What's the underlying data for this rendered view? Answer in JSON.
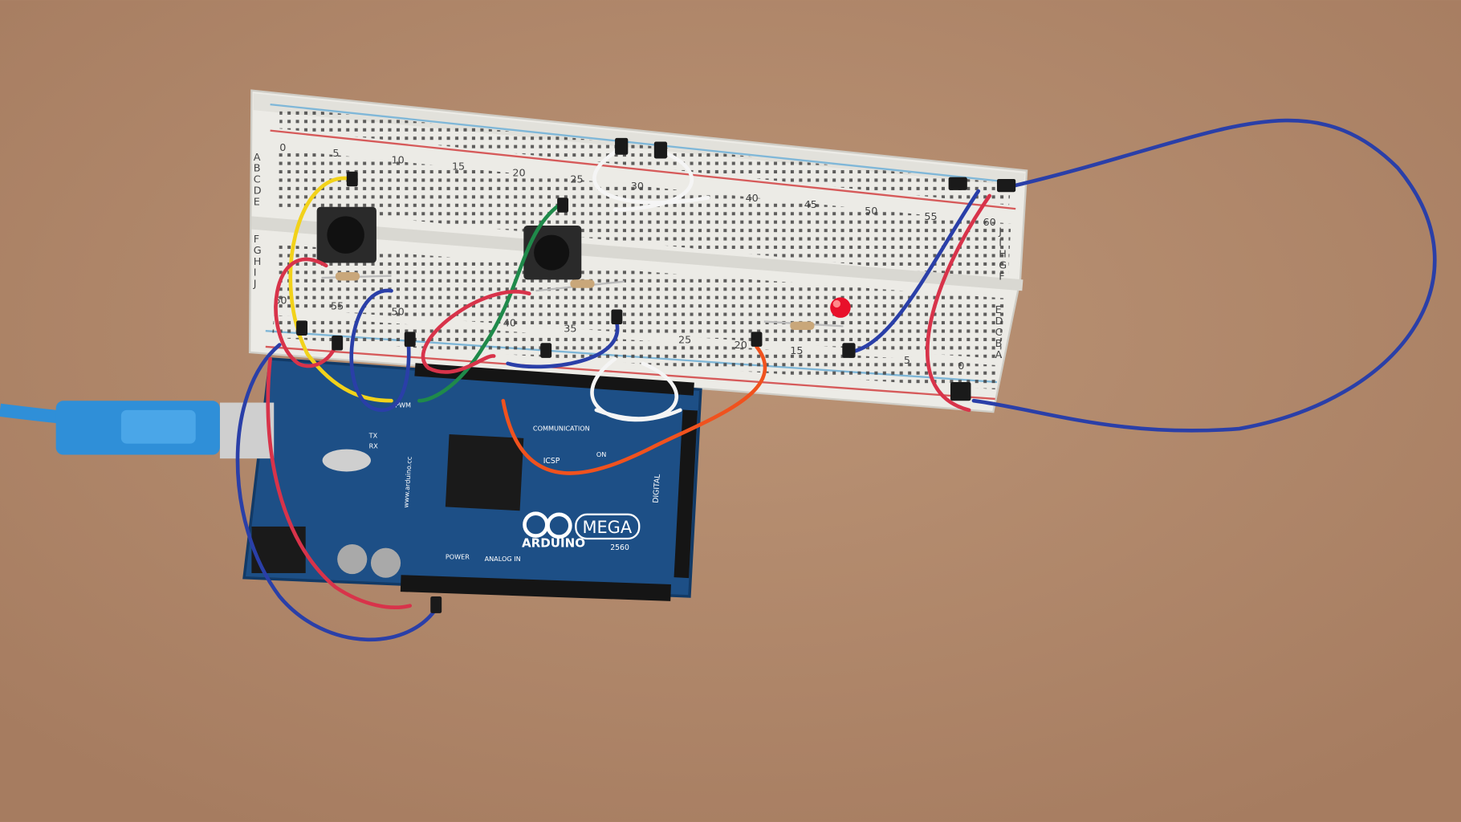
{
  "scene": {
    "description_visible_text": true,
    "colors": {
      "surface": "#b38b6e",
      "breadboard": "#ecebe6",
      "arduino_board": "#1d4f86",
      "usb_cable": "#2f8fd8",
      "wire_blue": "#2a3fa8",
      "wire_red": "#d8334a",
      "wire_yellow": "#f2d21a",
      "wire_green": "#1f8a4a",
      "wire_orange": "#f0521e",
      "wire_white": "#f5f5f5",
      "led": "#e8102a"
    }
  },
  "breadboard": {
    "column_numbers_top": [
      "0",
      "5",
      "10",
      "15",
      "20",
      "25",
      "30",
      "40",
      "45",
      "50",
      "55",
      "60"
    ],
    "column_numbers_bottom": [
      "60",
      "55",
      "50",
      "40",
      "35",
      "25",
      "20",
      "15",
      "5",
      "0"
    ],
    "row_letters_left_top": [
      "A",
      "B",
      "C",
      "D",
      "E"
    ],
    "row_letters_left_bottom": [
      "F",
      "G",
      "H",
      "I",
      "J"
    ],
    "row_letters_right_top": [
      "J",
      "I",
      "H",
      "G",
      "F"
    ],
    "row_letters_right_bottom": [
      "E",
      "D",
      "C",
      "B",
      "A"
    ]
  },
  "arduino": {
    "brand": "ARDUINO",
    "model": "MEGA",
    "chip": "2560",
    "website": "www.arduino.cc",
    "labels": {
      "communication": "COMMUNICATION",
      "analog_in": "ANALOG IN",
      "power": "POWER",
      "digital": "DIGITAL",
      "icsp": "ICSP",
      "pwm": "PWM",
      "tx": "TX",
      "rx": "RX",
      "on": "ON"
    }
  }
}
